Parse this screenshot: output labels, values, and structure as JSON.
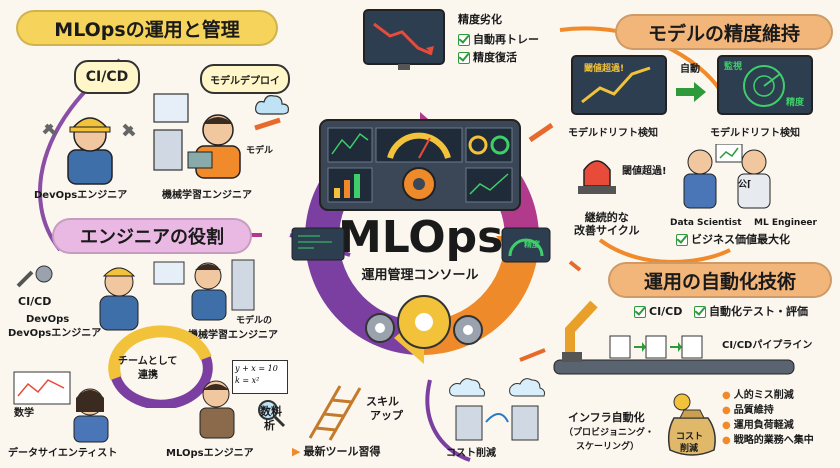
{
  "center": {
    "title": "MLOps",
    "subtitle": "運用管理コンソール"
  },
  "sections": {
    "ops": "MLOpsの運用と管理",
    "model": "モデルの精度維持",
    "roles": "エンジニアの役割",
    "auto": "運用の自動化技術"
  },
  "top_left": {
    "bubble_cicd": "CI/CD",
    "bubble_deploy": "モデルデプロイ",
    "devops": "DevOpsエンジニア",
    "mle": "機械学習エンジニア",
    "model_label": "モデル"
  },
  "top_center": {
    "title": "精度劣化",
    "items": [
      "自動再トレー",
      "精度復活"
    ]
  },
  "top_right": {
    "alert_text": "閾値超過!",
    "auto_label": "自動",
    "monitor_tag1": "監視",
    "monitor_tag2": "精度",
    "drift1": "モデルドリフト検知",
    "drift2": "モデルドリフト検知",
    "siren_text": "閾値超過!",
    "kaizen": "継続的な\n改善サイクル",
    "ds": "Data Scientist",
    "mle": "ML Engineer",
    "pub": "公⌈",
    "biz": "ビジネス価値最大化"
  },
  "gauge_tag": "精度",
  "roles_area": {
    "cicd": "CI/CD",
    "devops1": "DevOps",
    "devops2": "DevOpsエンジニア",
    "model_label": "モデルの",
    "mle": "機械学習エンジニア",
    "team1": "チームとして",
    "team2": "連携",
    "math": "数学",
    "ds": "データサイエンティスト",
    "formula1": "y + x = 10",
    "formula2": "k = x²",
    "numerical1": "数料",
    "numerical2": "析",
    "mlops_eng": "MLOpsエンジニア"
  },
  "skills": {
    "skill1": "スキル",
    "skill2": "アップ",
    "latest": "最新ツール習得"
  },
  "auto_area": {
    "items": [
      "CI/CD",
      "自動化テスト・評価"
    ],
    "pipeline": "CI/CDパイプライン",
    "infra1": "インフラ自動化",
    "infra2": "（プロビジョニング・",
    "infra3": "スケーリング）",
    "cost": "コスト削減",
    "bag1": "コスト",
    "bag2": "削減",
    "benefits": [
      "人的ミス削減",
      "品質維持",
      "運用負荷軽減",
      "戦略的業務へ集中"
    ]
  },
  "colors": {
    "banner_yellow": "#f6d35b",
    "banner_pink": "#e9b9e3",
    "banner_orange": "#f3b67a",
    "arrow_orange": "#f08a2a",
    "cycle_purple": "#7a3fa0",
    "cycle_magenta": "#b23a8c",
    "cycle_orange": "#ee8a2a",
    "cycle_yellow": "#f2c23a"
  }
}
